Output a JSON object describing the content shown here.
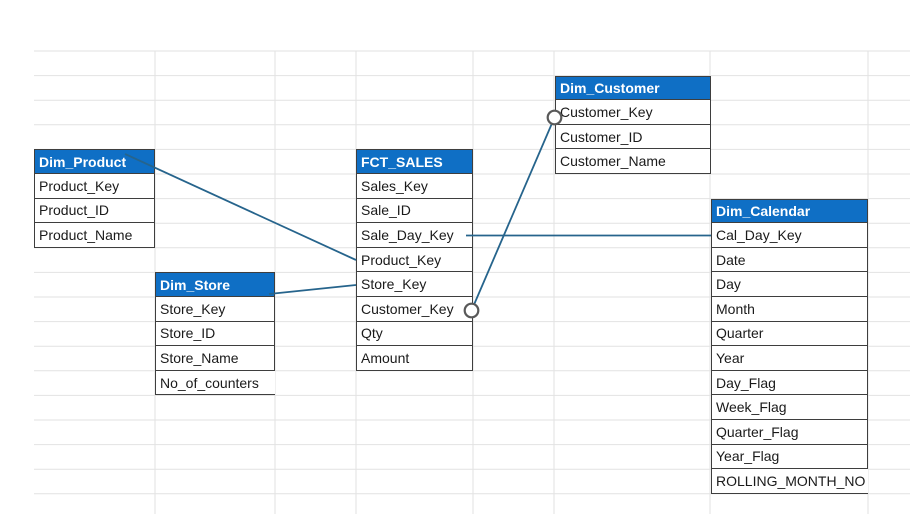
{
  "diagram": {
    "kind": "star-schema data model drawn on a spreadsheet grid",
    "fact_table": "FCT_SALES"
  },
  "colors": {
    "background": "#FFFFFF",
    "grid_line": "#E2E2E2",
    "table_header_bg": "#0F6FC5",
    "table_header_text": "#FFFFFF",
    "table_border": "#3E3E3E",
    "cell_text": "#1A1A1A",
    "connector_line": "#26648C",
    "connector_circle_stroke": "#595959",
    "connector_circle_fill": "#FFFFFF"
  },
  "tables": [
    {
      "id": "dim_product",
      "title": "Dim_Product",
      "fields": [
        "Product_Key",
        "Product_ID",
        "Product_Name"
      ],
      "last_row_unboxed": false
    },
    {
      "id": "dim_store",
      "title": "Dim_Store",
      "fields": [
        "Store_Key",
        "Store_ID",
        "Store_Name",
        "No_of_counters"
      ],
      "last_row_unboxed": true
    },
    {
      "id": "fct_sales",
      "title": "FCT_SALES",
      "fields": [
        "Sales_Key",
        "Sale_ID",
        "Sale_Day_Key",
        "Product_Key",
        "Store_Key",
        "Customer_Key",
        "Qty",
        "Amount"
      ],
      "last_row_unboxed": false
    },
    {
      "id": "dim_customer",
      "title": "Dim_Customer",
      "fields": [
        "Customer_Key",
        "Customer_ID",
        "Customer_Name"
      ],
      "last_row_unboxed": false
    },
    {
      "id": "dim_calendar",
      "title": "Dim_Calendar",
      "fields": [
        "Cal_Day_Key",
        "Date",
        "Day",
        "Month",
        "Quarter",
        "Year",
        "Day_Flag",
        "Week_Flag",
        "Quarter_Flag",
        "Year_Flag",
        "ROLLING_MONTH_NO"
      ],
      "last_row_unboxed": true
    }
  ],
  "relationships": [
    {
      "from": "Dim_Product",
      "to": "FCT_SALES.Product_Key",
      "endpoint_markers": "none"
    },
    {
      "from": "Dim_Store",
      "to": "FCT_SALES.Store_Key",
      "endpoint_markers": "none"
    },
    {
      "from": "FCT_SALES.Sale_Day_Key",
      "to": "Dim_Calendar.Cal_Day_Key",
      "endpoint_markers": "none"
    },
    {
      "from": "Dim_Customer.Customer_Key",
      "to": "FCT_SALES.Customer_Key",
      "endpoint_markers": "circles"
    }
  ]
}
